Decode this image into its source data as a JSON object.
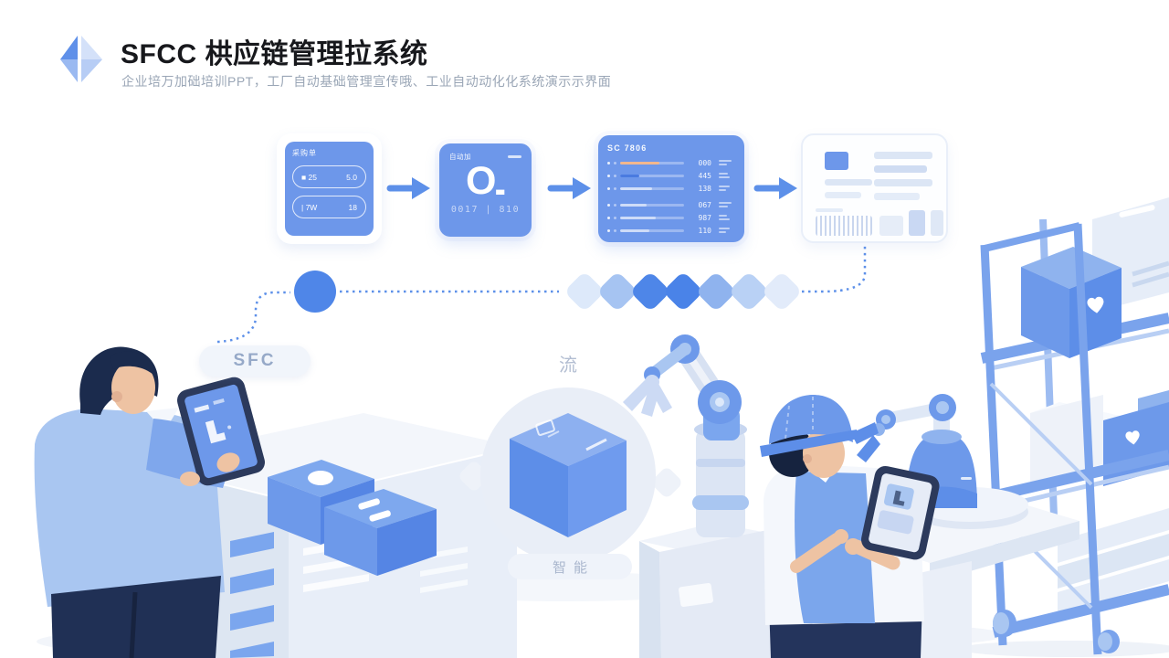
{
  "header": {
    "title": "SFCC 栱应链管理拉系统",
    "subtitle": "企业培万加础培训PPT，工厂自动基础管理宣传哦、工业自动动化化系统演示示界面"
  },
  "flow_cards": {
    "purchase": {
      "header": "采购单",
      "rows": [
        {
          "left": "■ 25",
          "right": "5.0"
        },
        {
          "left": "| 7W",
          "right": "18"
        }
      ]
    },
    "processing": {
      "header": "自动加",
      "big_value": "O",
      "big_suffix": "▃",
      "footer": "0017 | 810"
    },
    "monitor": {
      "header": "SC 7806",
      "rows": [
        {
          "value": "000",
          "bar_pct": 62,
          "bar_color": "#f2b78e"
        },
        {
          "value": "445",
          "bar_pct": 30,
          "bar_color": "#4a7be0"
        },
        {
          "value": "138",
          "bar_pct": 50,
          "bar_color": "rgba(255,255,255,0.55)"
        },
        {
          "value": "067",
          "bar_pct": 42,
          "bar_color": "rgba(255,255,255,0.5)"
        },
        {
          "value": "987",
          "bar_pct": 56,
          "bar_color": "rgba(255,255,255,0.5)"
        },
        {
          "value": "110",
          "bar_pct": 46,
          "bar_color": "rgba(255,255,255,0.5)"
        }
      ]
    }
  },
  "labels": {
    "station": "SFC",
    "flow": "流",
    "smart": "智能"
  },
  "route": {
    "diamond_colors": [
      "#dde9fa",
      "#a6c4f2",
      "#4e86e8",
      "#4a83e8",
      "#8fb3ee",
      "#b9d1f5",
      "#e2ebfa"
    ]
  },
  "colors": {
    "accent": "#5d90e9",
    "card_blue": "#6d97ea",
    "title_text": "#17181c",
    "subtitle_text": "#9aa6b6"
  }
}
